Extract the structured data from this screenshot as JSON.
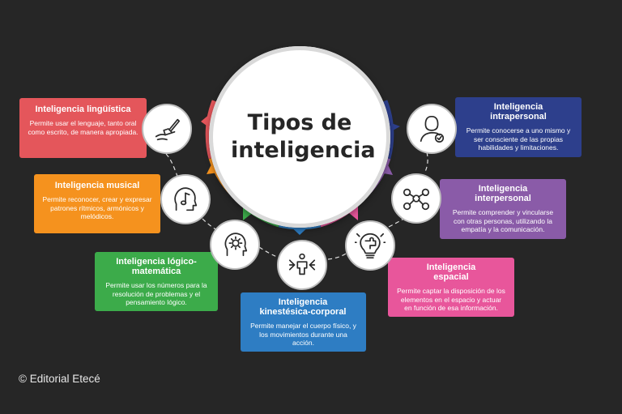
{
  "center": {
    "title": "Tipos de inteligencia"
  },
  "cards": [
    {
      "id": "linguistica",
      "title": "Inteligencia lingüística",
      "text": "Permite usar el lenguaje, tanto oral como escrito, de manera apropiada.",
      "color": "#e4565b",
      "icon": "hand-writing-icon"
    },
    {
      "id": "musical",
      "title": "Inteligencia musical",
      "text": "Permite reconocer, crear y expresar patrones rítmicos, armónicos y melódicos.",
      "color": "#f5921e",
      "icon": "musical-note-head-icon"
    },
    {
      "id": "logico",
      "title": "Inteligencia lógico-matemática",
      "text": "Permite usar los números para la resolución de problemas y el pensamiento lógico.",
      "color": "#3cab4a",
      "icon": "gear-head-icon"
    },
    {
      "id": "kinestesica",
      "title": "Inteligencia kinestésica-corporal",
      "text": "Permite manejar el cuerpo físico, y los movimientos durante una acción.",
      "color": "#2e7dc3",
      "icon": "body-arrows-icon"
    },
    {
      "id": "espacial",
      "title": "Inteligencia espacial",
      "text": "Permite captar la disposición de los elementos en el espacio y actuar en función de esa información.",
      "color": "#e8569b",
      "icon": "puzzle-bulb-icon"
    },
    {
      "id": "interpersonal",
      "title": "Inteligencia interpersonal",
      "text": "Permite comprender y vincularse con otras personas, utilizando la empatía y la comunicación.",
      "color": "#8a5ba8",
      "icon": "people-network-icon"
    },
    {
      "id": "intrapersonal",
      "title": "Inteligencia intrapersonal",
      "text": "Permite conocerse a uno mismo y ser consciente de las propias habilidades y limitaciones.",
      "color": "#2d3f8c",
      "icon": "person-check-icon"
    }
  ],
  "footer": {
    "copyright": "© Editorial Etecé"
  }
}
